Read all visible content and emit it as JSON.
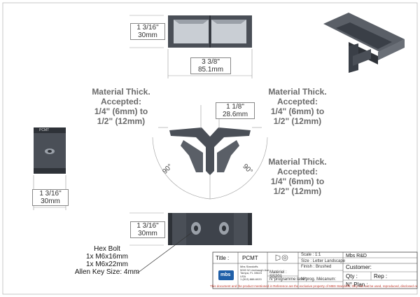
{
  "dims": {
    "top_height": [
      "1 3/16\"",
      "30mm"
    ],
    "top_width": [
      "3 3/8\"",
      "85.1mm"
    ],
    "front_gap": [
      "1 1/8\"",
      "28.6mm"
    ],
    "left_height": [
      "1 3/16\"",
      "30mm"
    ],
    "bottom_height": [
      "1 3/16\"",
      "30mm"
    ]
  },
  "angles": {
    "left": "90°",
    "right": "90°"
  },
  "material": {
    "left": [
      "Material Thick.",
      "Accepted:",
      "1/4\" (6mm) to",
      "1/2\" (12mm)"
    ],
    "right_top": [
      "Material Thick.",
      "Accepted:",
      "1/4\" (6mm) to",
      "1/2\" (12mm)"
    ],
    "right_bottom": [
      "Material Thick.",
      "Accepted:",
      "1/4\" (6mm) to",
      "1/2\" (12mm)"
    ]
  },
  "hardware": [
    "Hex Bolt",
    "1x M6x16mm",
    "1x M6x22mm",
    "Allen Key Size: 4mm"
  ],
  "part_stamp": "PCMT",
  "title_block": {
    "title_label": "Title :",
    "title_value": "PCMT",
    "scale": "Scale : 1:1",
    "size": "Size : Letter Landscape",
    "finish": "Finish : Brushed",
    "company": "Mbs R&D",
    "customer_label": "Customer:",
    "qty_label": "Qty :",
    "rep_label": "Rep :",
    "nplan_label": "N° Plan :",
    "laser_label": "N°programme laser:",
    "prog_label": "N°prog. Mécanum:",
    "material_label": "Matériel :",
    "material_value": "SS201",
    "logo_text": "mbs",
    "address": [
      "Mbs Standoffs",
      "5000 W Linebaugh Ave",
      "Tampa, FL 33624",
      "USA",
      "1 (813) 888-6020"
    ]
  },
  "footer_note": "This document and the product mentioned in Reference are the exclusive property of MBS Standoffs; they can not be used, reproduced, disclosed or divulged without prior authorization",
  "colors": {
    "part_dark": "#4a4f57",
    "part_light": "#c9ced4",
    "accent_red": "#c0392b",
    "mbs_blue": "#1f5fa8"
  }
}
